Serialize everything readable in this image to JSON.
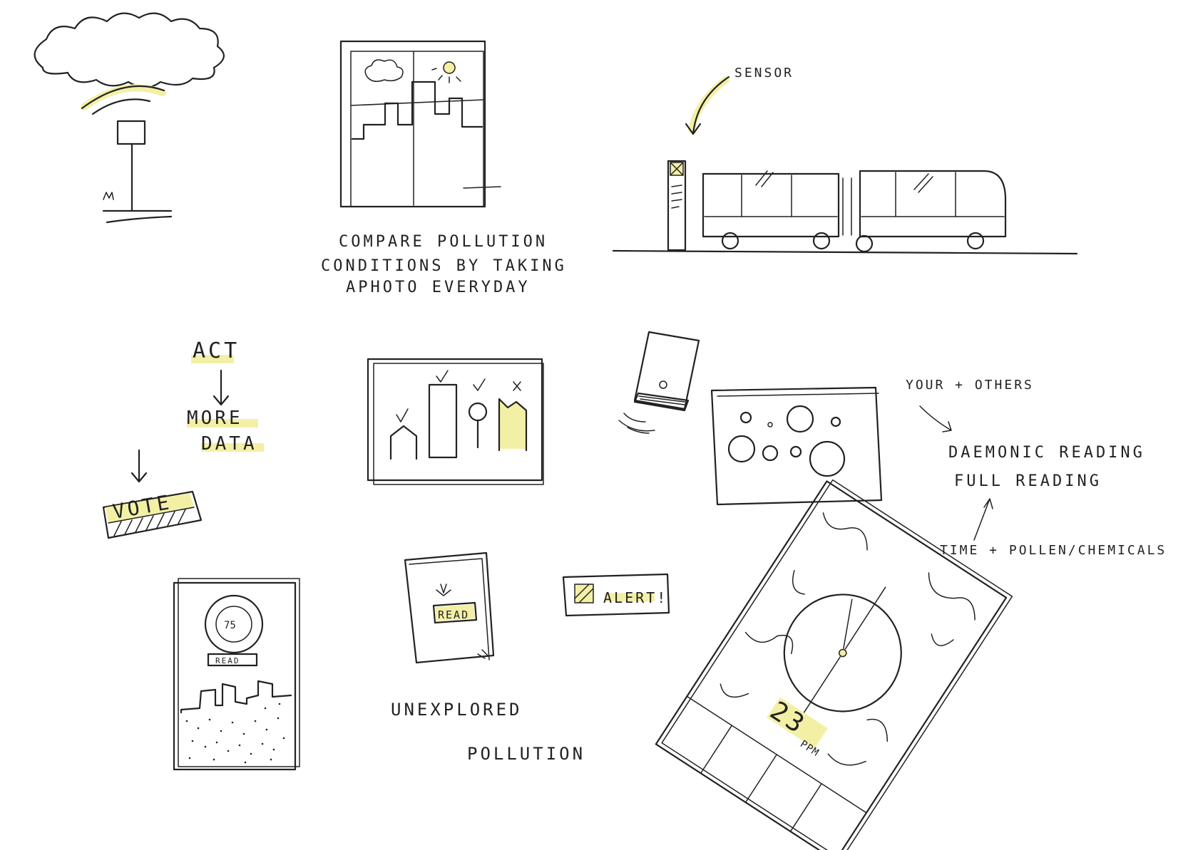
{
  "labels": {
    "compare_line1": "COMPARE POLLUTION",
    "compare_line2": "CONDITIONS BY TAKING",
    "compare_line3": "APHOTO EVERYDAY",
    "sensor": "SENSOR",
    "act": "ACT",
    "more": "MORE",
    "data": "DATA",
    "vote": "VOTE",
    "your_others": "YOUR + OTHERS",
    "daemonic": "DAEMONIC READING",
    "full_reading": "FULL READING",
    "time_pollen": "TIME + POLLEN/CHEMICALS",
    "gauge_value": "75",
    "read_small": "READ",
    "read_btn": "READ",
    "alert": "ALERT!",
    "unexplored": "UNEXPLORED",
    "pollution": "POLLUTION",
    "ppm_value": "23",
    "ppm_unit": "PPM"
  },
  "colors": {
    "ink": "#222222",
    "highlight": "#f3f0a6"
  }
}
